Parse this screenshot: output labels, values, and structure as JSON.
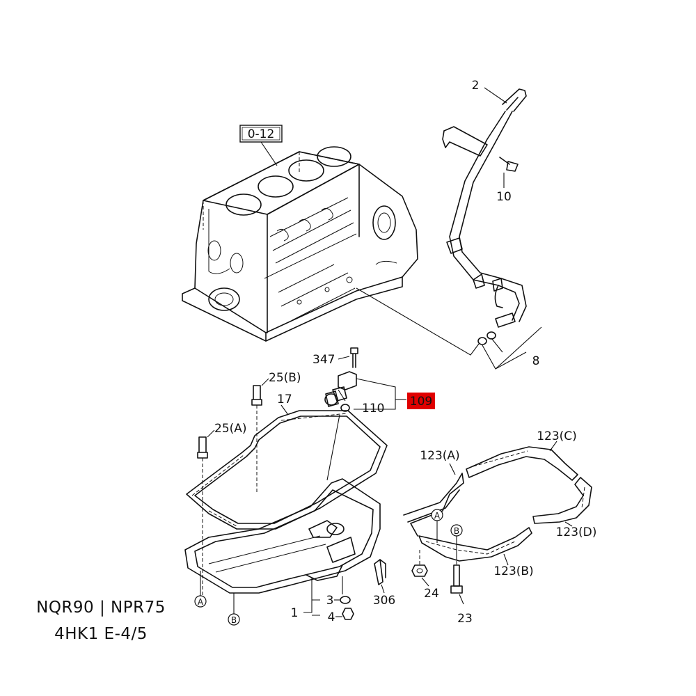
{
  "ref_box": "0-12",
  "callouts": {
    "c2": "2",
    "c10": "10",
    "c8": "8",
    "c347": "347",
    "c109": "109",
    "c110": "110",
    "c25b": "25(B)",
    "c25a": "25(A)",
    "c17": "17",
    "c3": "3",
    "c1": "1",
    "c4": "4",
    "c306": "306",
    "c24": "24",
    "c23": "23",
    "c123a": "123(A)",
    "c123b": "123(B)",
    "c123c": "123(C)",
    "c123d": "123(D)",
    "mA1": "A",
    "mB1": "B",
    "mA2": "A",
    "mB2": "B"
  },
  "highlight_color": "#e00000",
  "model_line1": "NQR90 | NPR75",
  "model_line2": "4HK1 E-4/5"
}
